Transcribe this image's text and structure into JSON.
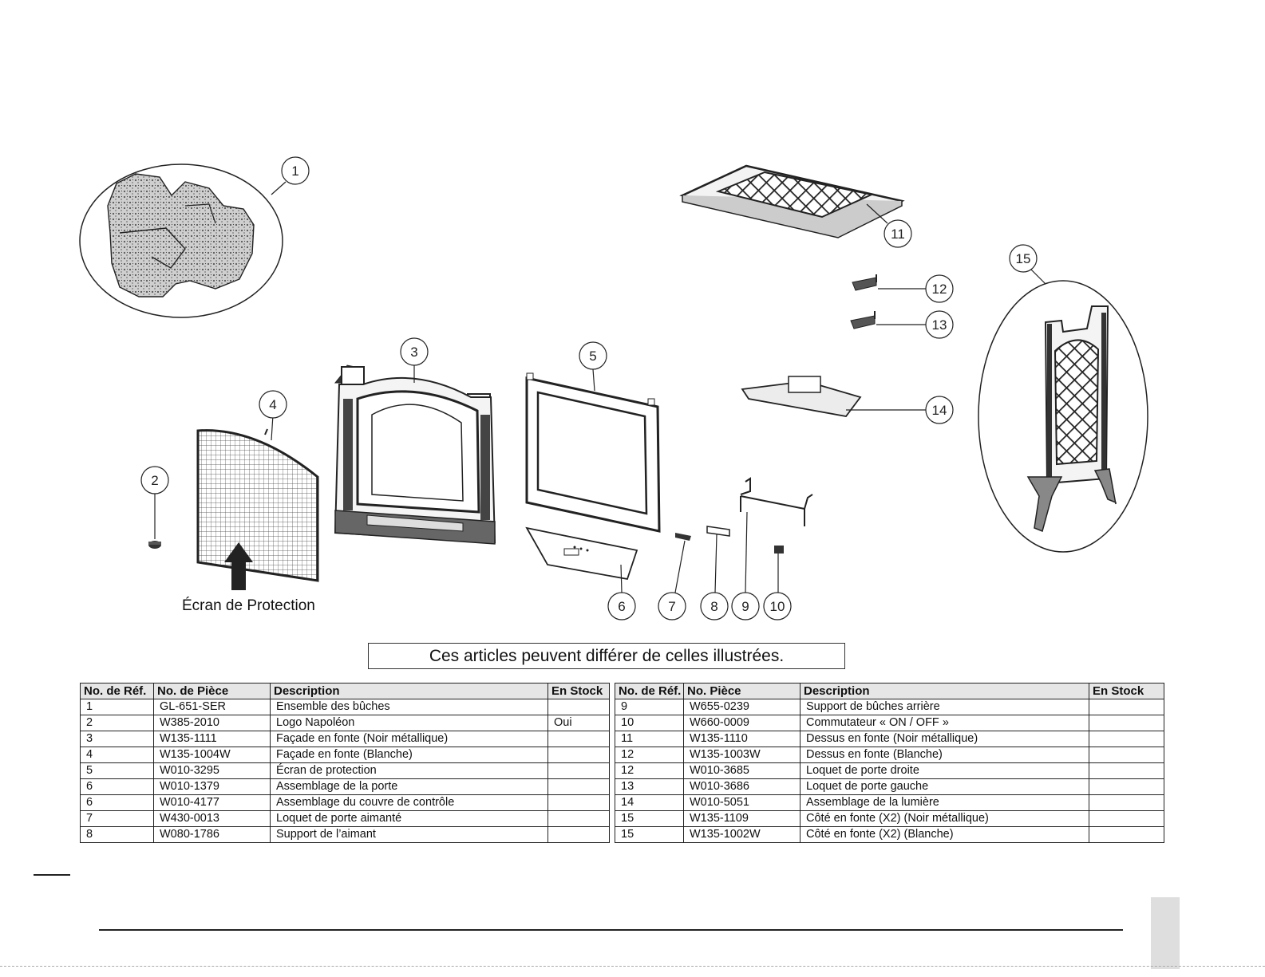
{
  "callouts": [
    "1",
    "2",
    "3",
    "4",
    "5",
    "6",
    "7",
    "8",
    "9",
    "10",
    "11",
    "12",
    "13",
    "14",
    "15"
  ],
  "screen_label": "Écran de Protection",
  "notice": "Ces articles peuvent différer de celles illustrées.",
  "left_table": {
    "headers": [
      "No. de Réf.",
      "No. de Pièce",
      "Description",
      "En Stock"
    ],
    "rows": [
      [
        "1",
        "GL-651-SER",
        "Ensemble des bûches",
        ""
      ],
      [
        "2",
        "W385-2010",
        "Logo Napoléon",
        "Oui"
      ],
      [
        "3",
        "W135-1111",
        "Façade en fonte (Noir métallique)",
        ""
      ],
      [
        "4",
        "W135-1004W",
        "Façade en fonte (Blanche)",
        ""
      ],
      [
        "5",
        "W010-3295",
        "Écran de protection",
        ""
      ],
      [
        "6",
        "W010-1379",
        "Assemblage de la porte",
        ""
      ],
      [
        "6",
        "W010-4177",
        "Assemblage du couvre de contrôle",
        ""
      ],
      [
        "7",
        "W430-0013",
        "Loquet de porte aimanté",
        ""
      ],
      [
        "8",
        "W080-1786",
        "Support de l’aimant",
        ""
      ]
    ]
  },
  "right_table": {
    "headers": [
      "No. de Réf.",
      "No. Pièce",
      "Description",
      "En Stock"
    ],
    "rows": [
      [
        "9",
        "W655-0239",
        "Support de bûches arrière",
        ""
      ],
      [
        "10",
        "W660-0009",
        "Commutateur « ON / OFF »",
        ""
      ],
      [
        "11",
        "W135-1110",
        "Dessus en fonte (Noir métallique)",
        ""
      ],
      [
        "12",
        "W135-1003W",
        "Dessus en fonte (Blanche)",
        ""
      ],
      [
        "12",
        "W010-3685",
        "Loquet de porte droite",
        ""
      ],
      [
        "13",
        "W010-3686",
        "Loquet de porte gauche",
        ""
      ],
      [
        "14",
        "W010-5051",
        "Assemblage de la lumière",
        ""
      ],
      [
        "15",
        "W135-1109",
        "Côté en fonte (X2) (Noir métallique)",
        ""
      ],
      [
        "15",
        "W135-1002W",
        "Côté en fonte (X2) (Blanche)",
        ""
      ]
    ]
  }
}
